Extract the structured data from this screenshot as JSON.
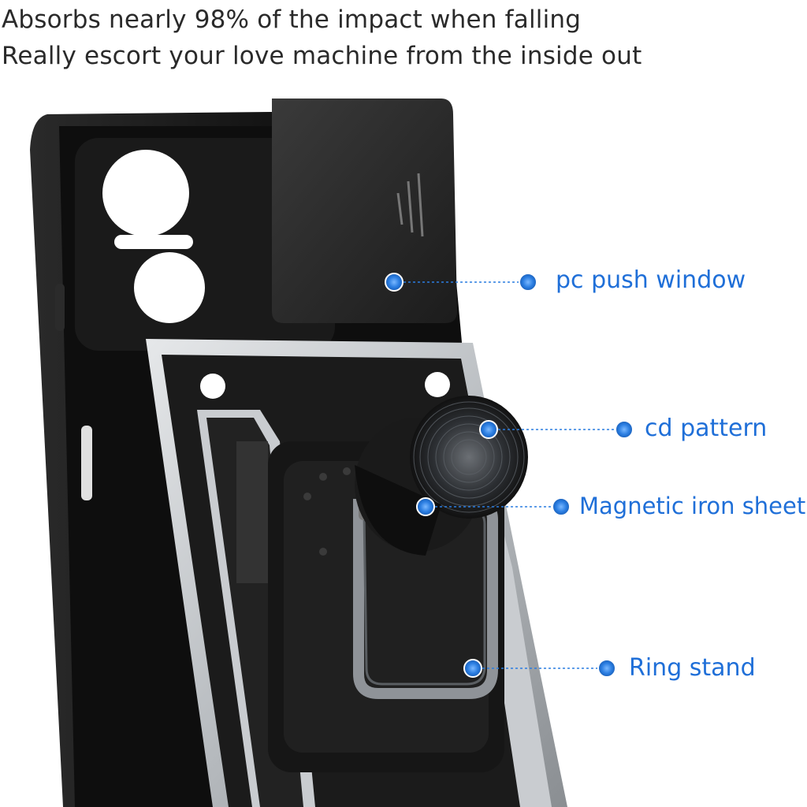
{
  "headline": {
    "line1": "Absorbs nearly 98% of the impact when falling",
    "line2": "Really escort your love machine from the inside out"
  },
  "callouts": [
    {
      "id": "pc-push-window",
      "label": "pc push window"
    },
    {
      "id": "cd-pattern",
      "label": "cd pattern"
    },
    {
      "id": "magnetic-iron-sheet",
      "label": "Magnetic iron sheet"
    },
    {
      "id": "ring-stand",
      "label": "Ring stand"
    }
  ],
  "colors": {
    "accent": "#1f6fd8",
    "case_black": "#121212",
    "armor_silver": "#c9ccd0",
    "text": "#2a2a2a"
  }
}
